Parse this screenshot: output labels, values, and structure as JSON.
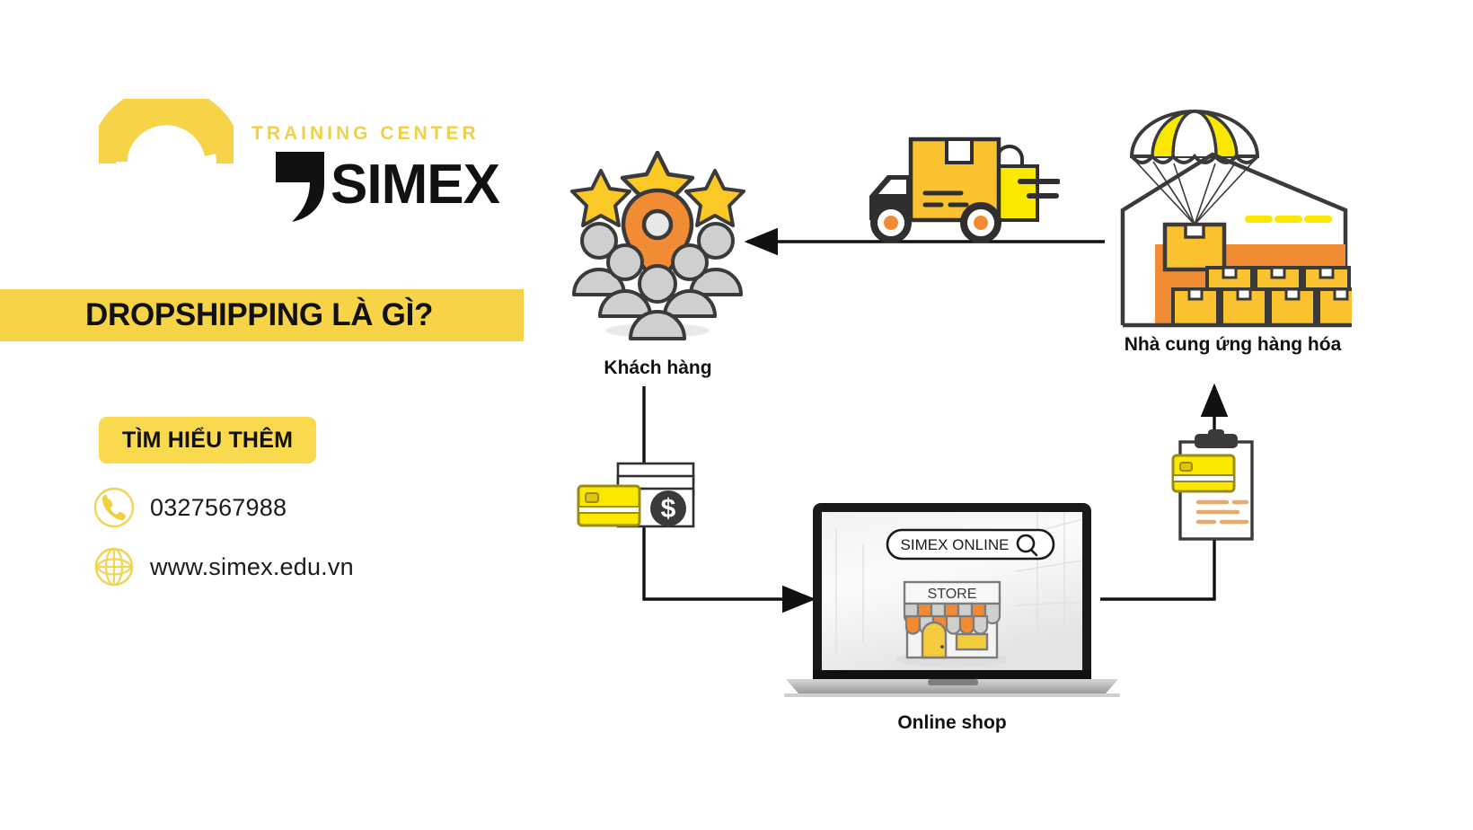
{
  "brand": {
    "training_center": "TRAINING CENTER",
    "name": "SIMEX",
    "arc_icon": "yellow-arc-icon",
    "mark_icon": "simex-swoosh-icon"
  },
  "title_banner": {
    "text": "DROPSHIPPING LÀ GÌ?",
    "background": "#f7d348",
    "text_color": "#111111"
  },
  "cta": {
    "label": "TÌM HIỂU THÊM",
    "background": "#f9d94e"
  },
  "contact": [
    {
      "icon": "phone-icon",
      "value": "0327567988"
    },
    {
      "icon": "globe-icon",
      "value": "www.simex.edu.vn"
    }
  ],
  "diagram": {
    "nodes": [
      {
        "id": "customers",
        "label": "Khách hàng",
        "icon": "customers-stars-pin-icon"
      },
      {
        "id": "supplier",
        "label": "Nhà cung ứng hàng hóa",
        "icon": "warehouse-parachute-icon"
      },
      {
        "id": "shop",
        "label": "Online shop",
        "icon": "laptop-storefront-icon"
      }
    ],
    "flow_icons": [
      {
        "id": "delivery",
        "icon": "delivery-truck-icon"
      },
      {
        "id": "payment",
        "icon": "credit-card-money-icon"
      },
      {
        "id": "order",
        "icon": "clipboard-order-icon"
      }
    ],
    "laptop_screen": {
      "search_value": "SIMEX ONLINE",
      "search_icon": "magnifier-icon",
      "store_sign": "STORE"
    },
    "arrows": [
      {
        "from": "supplier",
        "to": "customers",
        "direction": "left"
      },
      {
        "from": "customers",
        "to": "shop",
        "direction": "right"
      },
      {
        "from": "shop",
        "to": "supplier",
        "direction": "up"
      }
    ]
  },
  "palette": {
    "yellow": "#f7d348",
    "bright_yellow": "#fbe800",
    "amber": "#f9c22e",
    "orange": "#f08a33",
    "dark": "#333333",
    "gray": "#c9c9c9"
  }
}
